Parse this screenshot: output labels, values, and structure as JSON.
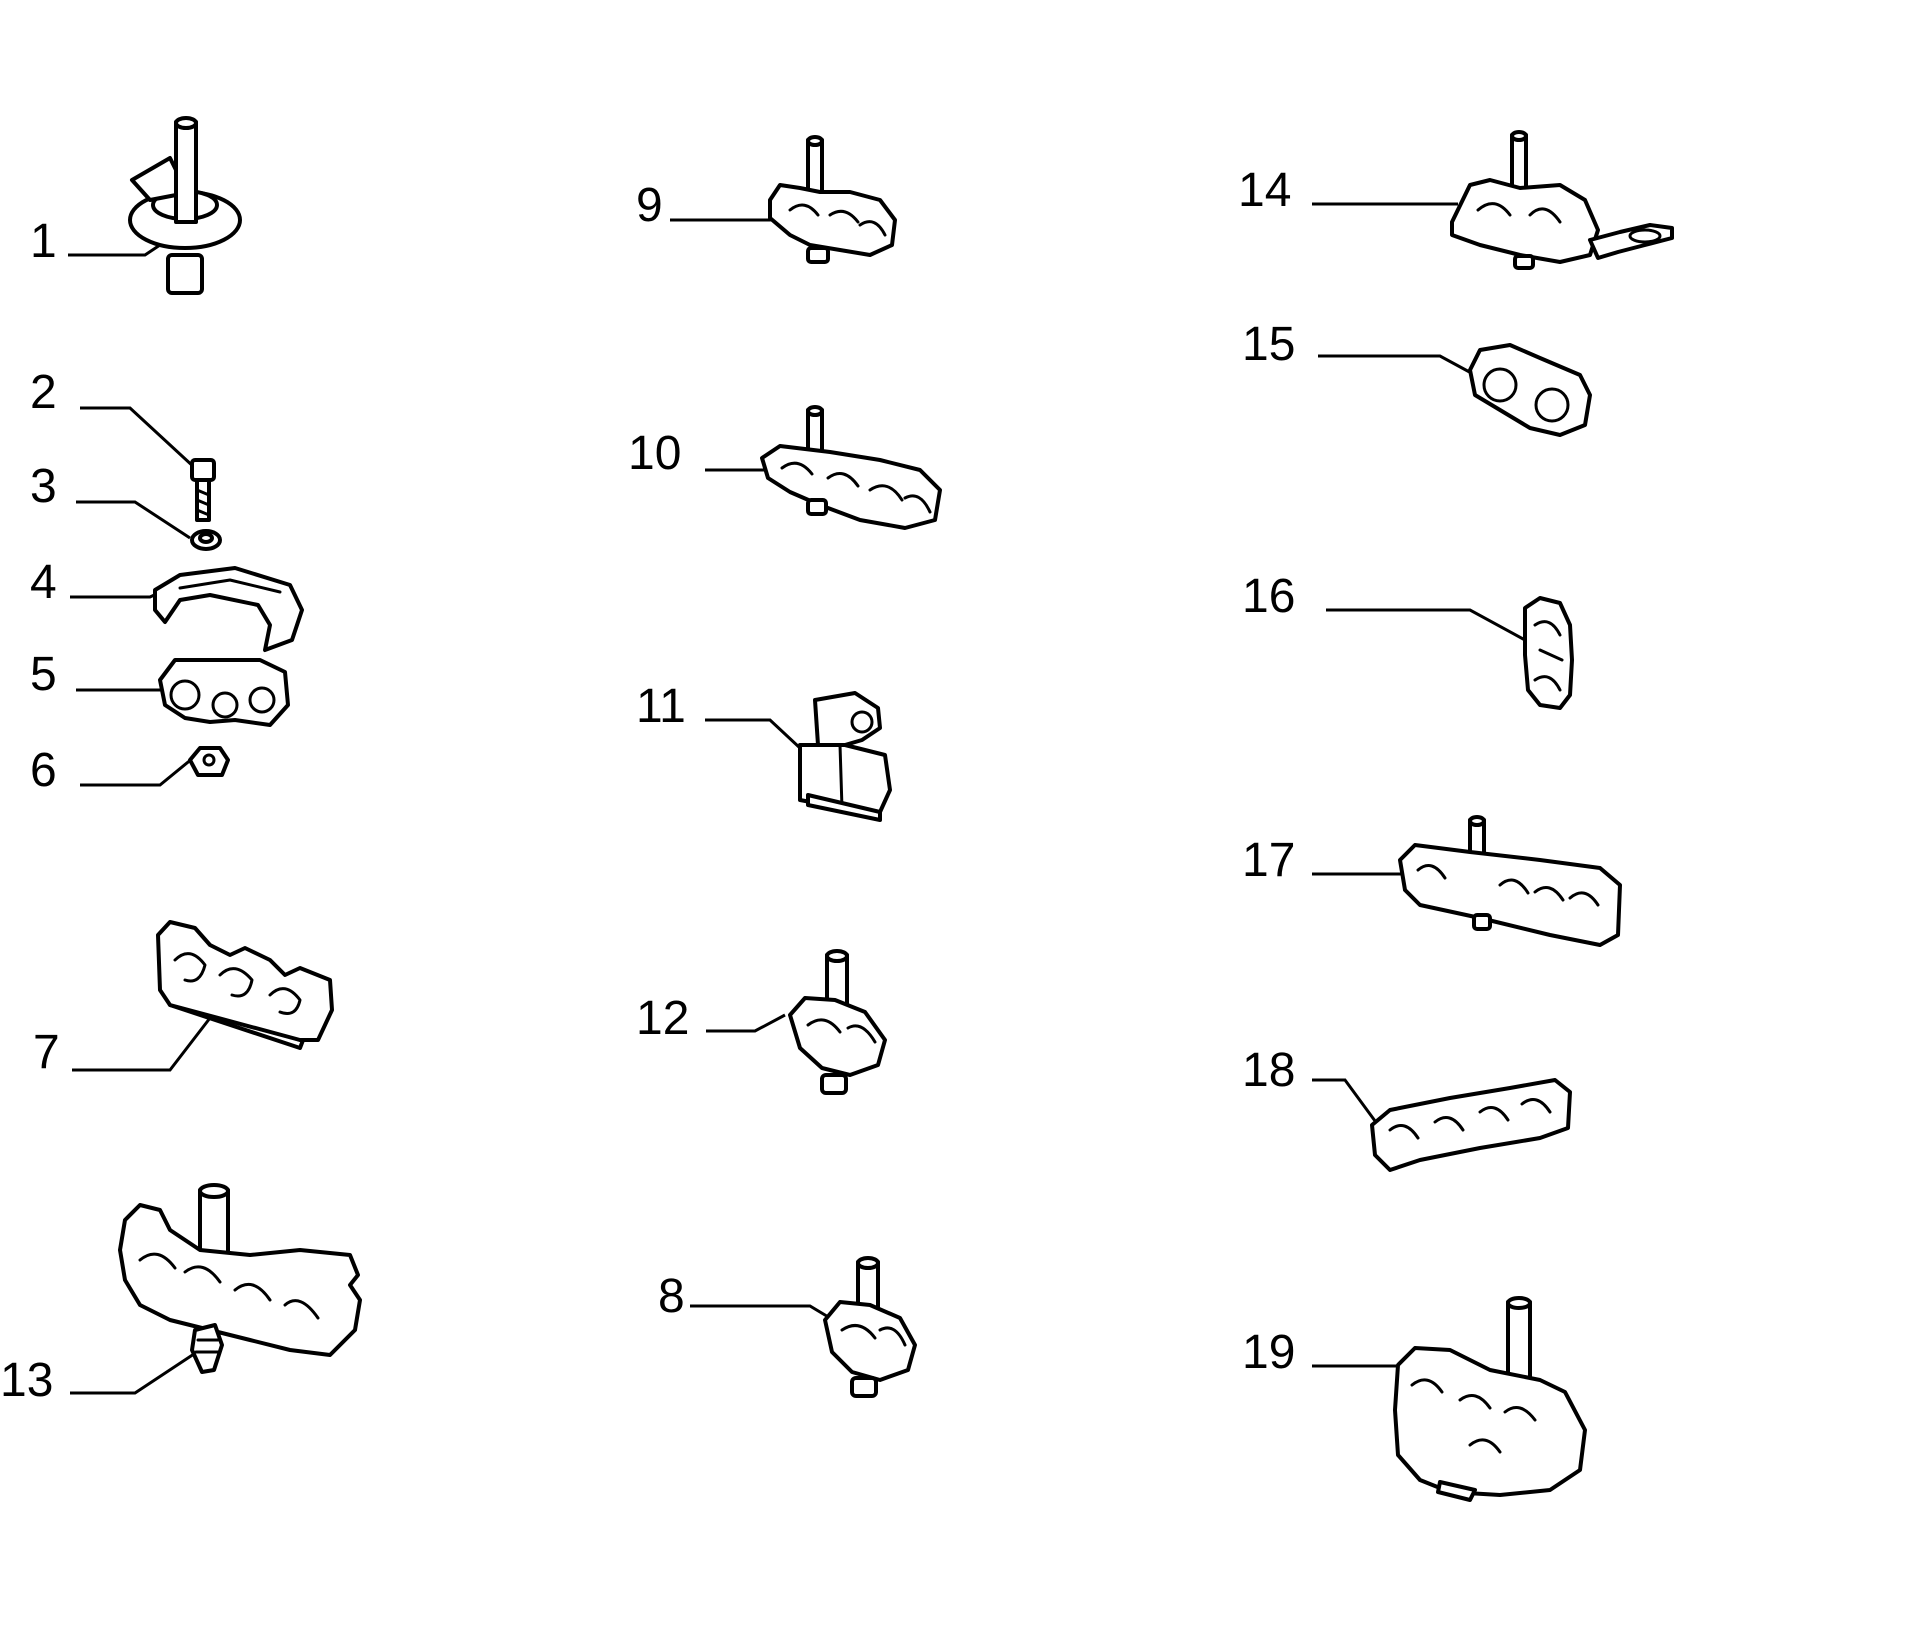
{
  "diagram": {
    "callouts": [
      {
        "id": "1",
        "label": "1"
      },
      {
        "id": "2",
        "label": "2"
      },
      {
        "id": "3",
        "label": "3"
      },
      {
        "id": "4",
        "label": "4"
      },
      {
        "id": "5",
        "label": "5"
      },
      {
        "id": "6",
        "label": "6"
      },
      {
        "id": "7",
        "label": "7"
      },
      {
        "id": "8",
        "label": "8"
      },
      {
        "id": "9",
        "label": "9"
      },
      {
        "id": "10",
        "label": "10"
      },
      {
        "id": "11",
        "label": "11"
      },
      {
        "id": "12",
        "label": "12"
      },
      {
        "id": "13",
        "label": "13"
      },
      {
        "id": "14",
        "label": "14"
      },
      {
        "id": "15",
        "label": "15"
      },
      {
        "id": "16",
        "label": "16"
      },
      {
        "id": "17",
        "label": "17"
      },
      {
        "id": "18",
        "label": "18"
      },
      {
        "id": "19",
        "label": "19"
      }
    ],
    "line_color": "#000000",
    "background_color": "#ffffff"
  }
}
